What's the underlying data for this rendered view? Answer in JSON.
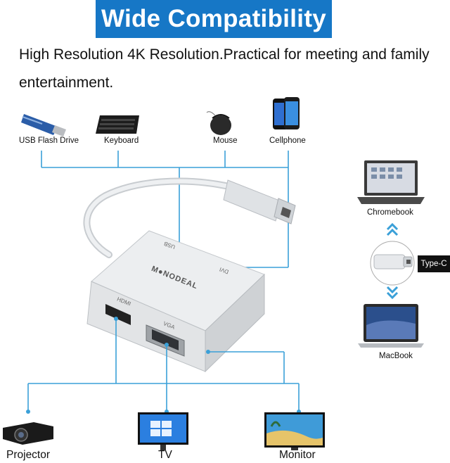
{
  "banner": {
    "title": "Wide Compatibility"
  },
  "description": {
    "text": "High Resolution 4K Resolution.Practical for meeting and family entertainment."
  },
  "top_devices": [
    {
      "label": "USB Flash Drive",
      "icon": "usb-flash-drive-icon"
    },
    {
      "label": "Keyboard",
      "icon": "keyboard-icon"
    },
    {
      "label": "Mouse",
      "icon": "mouse-icon"
    },
    {
      "label": "Cellphone",
      "icon": "cellphone-icon"
    }
  ],
  "bottom_devices": [
    {
      "label": "Projector",
      "icon": "projector-icon"
    },
    {
      "label": "TV",
      "icon": "tv-icon"
    },
    {
      "label": "Monitor",
      "icon": "monitor-icon"
    }
  ],
  "side_devices": {
    "top": {
      "label": "Chromebook",
      "icon": "chromebook-icon"
    },
    "connector": {
      "label": "Type-C",
      "icon": "type-c-plug-icon"
    },
    "bottom": {
      "label": "MacBook",
      "icon": "macbook-icon"
    }
  },
  "adapter": {
    "brand": "M●NODEAL",
    "ports": {
      "usb": "USB",
      "hdmi": "HDMI",
      "vga": "VGA",
      "dvi": "DVI"
    }
  },
  "colors": {
    "banner": "#1677c6",
    "connector_lines": "#3aa0d8",
    "adapter_body": "#d8dadc"
  }
}
